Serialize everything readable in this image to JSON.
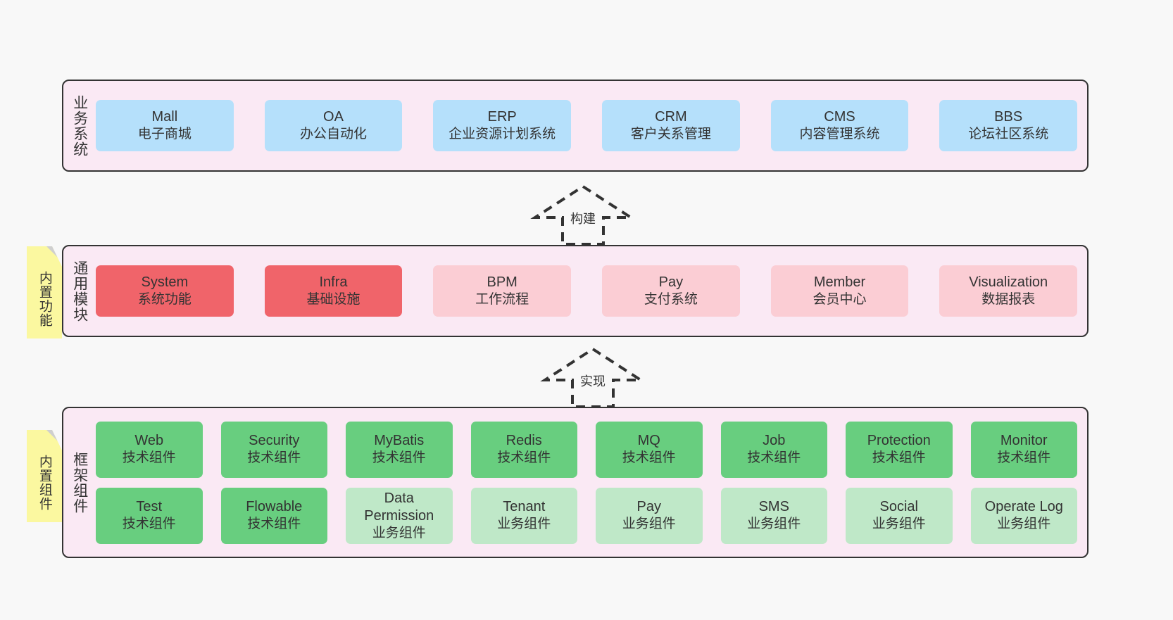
{
  "diagram": {
    "background_color": "#f8f8f8",
    "layer_bg_color": "#fae9f4",
    "layers": [
      {
        "id": "business",
        "title": "业务系统",
        "rows": [
          {
            "boxes": [
              {
                "title": "Mall",
                "sub": "电子商城",
                "color": "#b5e0fb"
              },
              {
                "title": "OA",
                "sub": "办公自动化",
                "color": "#b5e0fb"
              },
              {
                "title": "ERP",
                "sub": "企业资源计划系统",
                "color": "#b5e0fb"
              },
              {
                "title": "CRM",
                "sub": "客户关系管理",
                "color": "#b5e0fb"
              },
              {
                "title": "CMS",
                "sub": "内容管理系统",
                "color": "#b5e0fb"
              },
              {
                "title": "BBS",
                "sub": "论坛社区系统",
                "color": "#b5e0fb"
              }
            ]
          }
        ]
      },
      {
        "id": "modules",
        "title": "通用模块",
        "note": "内置功能",
        "rows": [
          {
            "boxes": [
              {
                "title": "System",
                "sub": "系统功能",
                "color": "#f0646a"
              },
              {
                "title": "Infra",
                "sub": "基础设施",
                "color": "#f0646a"
              },
              {
                "title": "BPM",
                "sub": "工作流程",
                "color": "#fbcdd4"
              },
              {
                "title": "Pay",
                "sub": "支付系统",
                "color": "#fbcdd4"
              },
              {
                "title": "Member",
                "sub": "会员中心",
                "color": "#fbcdd4"
              },
              {
                "title": "Visualization",
                "sub": "数据报表",
                "color": "#fbcdd4"
              }
            ]
          }
        ]
      },
      {
        "id": "framework",
        "title": "框架组件",
        "note": "内置组件",
        "rows": [
          {
            "boxes": [
              {
                "title": "Web",
                "sub": "技术组件",
                "color": "#68ce7f"
              },
              {
                "title": "Security",
                "sub": "技术组件",
                "color": "#68ce7f"
              },
              {
                "title": "MyBatis",
                "sub": "技术组件",
                "color": "#68ce7f"
              },
              {
                "title": "Redis",
                "sub": "技术组件",
                "color": "#68ce7f"
              },
              {
                "title": "MQ",
                "sub": "技术组件",
                "color": "#68ce7f"
              },
              {
                "title": "Job",
                "sub": "技术组件",
                "color": "#68ce7f"
              },
              {
                "title": "Protection",
                "sub": "技术组件",
                "color": "#68ce7f"
              },
              {
                "title": "Monitor",
                "sub": "技术组件",
                "color": "#68ce7f"
              }
            ]
          },
          {
            "boxes": [
              {
                "title": "Test",
                "sub": "技术组件",
                "color": "#68ce7f"
              },
              {
                "title": "Flowable",
                "sub": "技术组件",
                "color": "#68ce7f"
              },
              {
                "title": "Data Permission",
                "sub": "业务组件",
                "color": "#bfe8c8"
              },
              {
                "title": "Tenant",
                "sub": "业务组件",
                "color": "#bfe8c8"
              },
              {
                "title": "Pay",
                "sub": "业务组件",
                "color": "#bfe8c8"
              },
              {
                "title": "SMS",
                "sub": "业务组件",
                "color": "#bfe8c8"
              },
              {
                "title": "Social",
                "sub": "业务组件",
                "color": "#bfe8c8"
              },
              {
                "title": "Operate Log",
                "sub": "业务组件",
                "color": "#bfe8c8"
              }
            ]
          }
        ]
      }
    ],
    "arrows": [
      {
        "id": "build",
        "label": "构建",
        "style": "dashed-hollow-up"
      },
      {
        "id": "impl",
        "label": "实现",
        "style": "dashed-hollow-up"
      }
    ],
    "notes": [
      {
        "id": "functions",
        "text": "内置功能",
        "color": "#fbf8a0"
      },
      {
        "id": "components",
        "text": "内置组件",
        "color": "#fbf8a0"
      }
    ]
  }
}
